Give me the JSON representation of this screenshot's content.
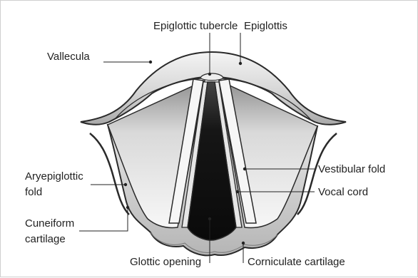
{
  "labels": {
    "epiglottic_tubercle": "Epiglottic tubercle",
    "epiglottis": "Epiglottis",
    "vallecula": "Vallecula",
    "aryepiglottic_fold_line1": "Aryepiglottic",
    "aryepiglottic_fold_line2": "fold",
    "cuneiform_cartilage_line1": "Cuneiform",
    "cuneiform_cartilage_line2": "cartilage",
    "glottic_opening": "Glottic opening",
    "corniculate_cartilage": "Corniculate cartilage",
    "vestibular_fold": "Vestibular fold",
    "vocal_cord": "Vocal cord"
  },
  "colors": {
    "outline": "#2a2a2a",
    "tissue_light": "#f2f2f2",
    "tissue_mid": "#cfcfcf",
    "tissue_dark": "#9a9a9a",
    "opening_dark": "#111111",
    "frame": "#cfcfcf"
  }
}
